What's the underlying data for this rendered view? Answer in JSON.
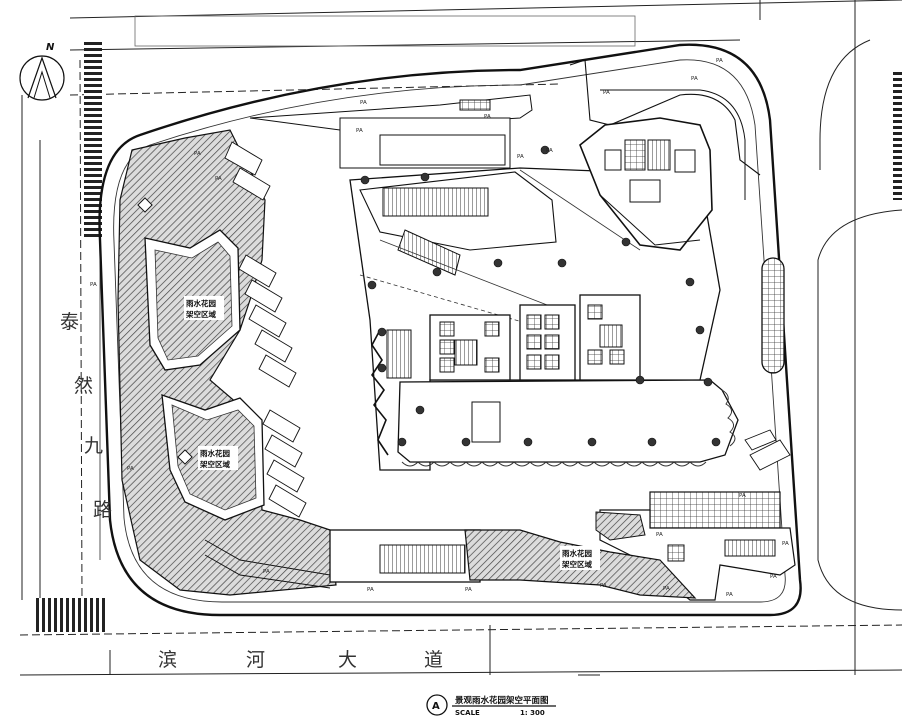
{
  "north_mark": "N",
  "roads": {
    "west": [
      "泰",
      "然",
      "九",
      "路"
    ],
    "south": [
      "滨",
      "河",
      "大",
      "道"
    ]
  },
  "zones": [
    {
      "line1": "雨水花园",
      "line2": "架空区域"
    },
    {
      "line1": "雨水花园",
      "line2": "架空区域"
    },
    {
      "line1": "雨水花园",
      "line2": "架空区域"
    }
  ],
  "parking_label": "PA",
  "title_block": {
    "marker": "A",
    "title": "景观雨水花园架空平面图",
    "scale_label": "SCALE",
    "scale_value": "1: 300"
  },
  "colors": {
    "line": "#1a1a1a",
    "hatch": "#555555",
    "paper": "#ffffff"
  }
}
